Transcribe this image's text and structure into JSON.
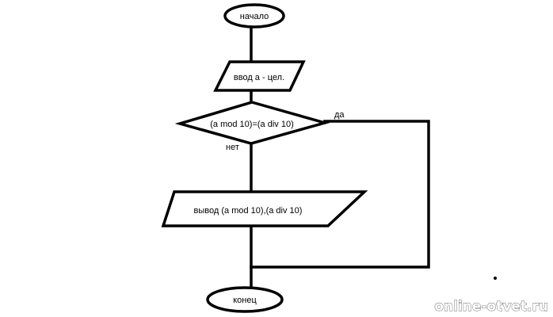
{
  "flowchart": {
    "start": "начало",
    "input": "ввод а - цел.",
    "condition": "(a mod 10)=(a div 10)",
    "branch_yes": "да",
    "branch_no": "нет",
    "output": "вывод (a mod 10),(a div 10)",
    "end": "конец"
  },
  "watermark": "online-otvet.ru",
  "colors": {
    "line": "#000000",
    "background": "#ffffff",
    "watermark_outline": "#6e6e6e"
  }
}
